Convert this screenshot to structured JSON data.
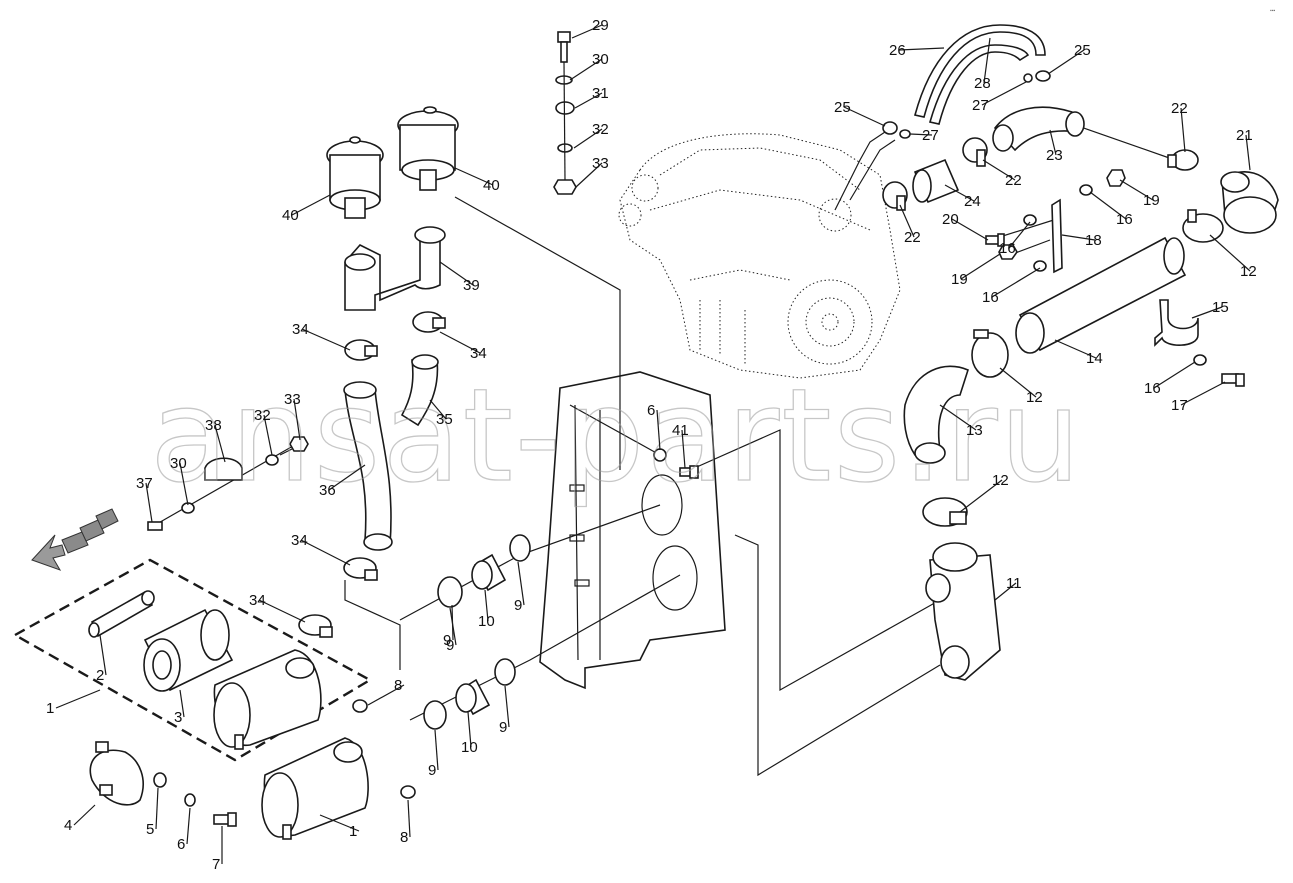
{
  "watermark": "ansat-parts.ru",
  "part_labels": [
    "29",
    "30",
    "31",
    "32",
    "33",
    "26",
    "28",
    "25",
    "27",
    "25",
    "27",
    "22",
    "23",
    "21",
    "22",
    "24",
    "22",
    "19",
    "20",
    "16",
    "18",
    "16",
    "19",
    "16",
    "12",
    "15",
    "14",
    "12",
    "16",
    "17",
    "13",
    "12",
    "11",
    "40",
    "40",
    "39",
    "34",
    "34",
    "35",
    "36",
    "38",
    "32",
    "33",
    "37",
    "30",
    "6",
    "41",
    "34",
    "34",
    "2",
    "3",
    "1",
    "9",
    "10",
    "9",
    "8",
    "9",
    "10",
    "9",
    "9",
    "4",
    "5",
    "6",
    "7",
    "8",
    "1"
  ],
  "colors": {
    "line": "#1a1a1a",
    "watermark": "#9a9a9a"
  },
  "icons": {
    "direction_arrow": "direction-arrow-icon"
  }
}
